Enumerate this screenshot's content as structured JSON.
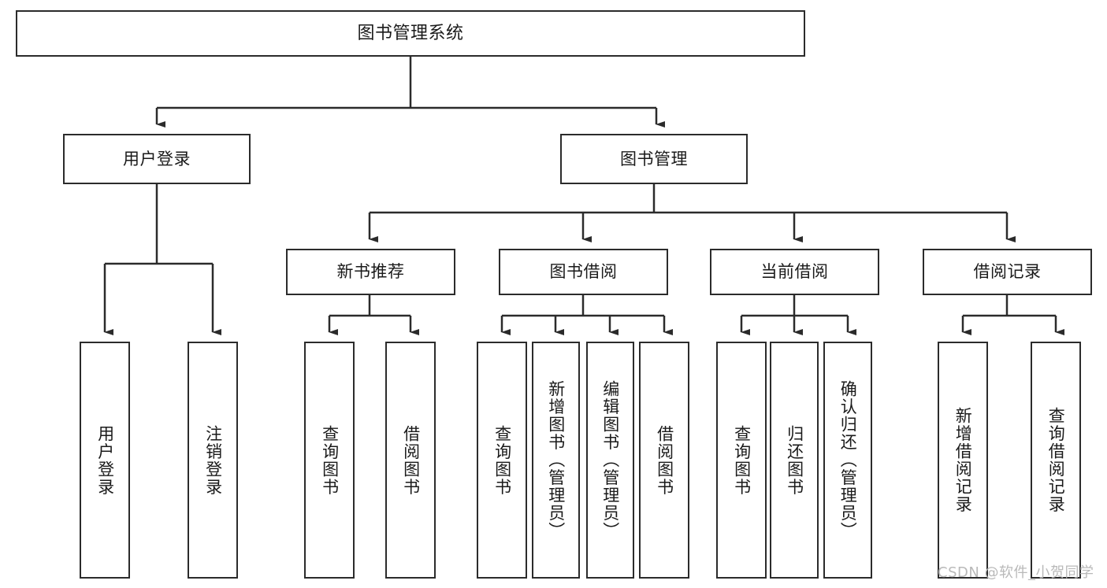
{
  "diagram": {
    "title": "图书管理系统",
    "type": "tree",
    "nodes": {
      "root": {
        "label": "图书管理系统"
      },
      "level2": [
        {
          "id": "user-login",
          "label": "用户登录"
        },
        {
          "id": "book-management",
          "label": "图书管理"
        }
      ],
      "level3": [
        {
          "id": "new-book-recommend",
          "label": "新书推荐"
        },
        {
          "id": "book-borrow",
          "label": "图书借阅"
        },
        {
          "id": "current-borrow",
          "label": "当前借阅"
        },
        {
          "id": "borrow-record",
          "label": "借阅记录"
        }
      ],
      "leaves": [
        {
          "id": "leaf-user-login",
          "label": "用户登录"
        },
        {
          "id": "leaf-logout",
          "label": "注销登录"
        },
        {
          "id": "leaf-query-book-1",
          "label": "查询图书"
        },
        {
          "id": "leaf-borrow-book-1",
          "label": "借阅图书"
        },
        {
          "id": "leaf-query-book-2",
          "label": "查询图书"
        },
        {
          "id": "leaf-add-book",
          "label": "新增图书（管理员）"
        },
        {
          "id": "leaf-edit-book",
          "label": "编辑图书（管理员）"
        },
        {
          "id": "leaf-borrow-book-2",
          "label": "借阅图书"
        },
        {
          "id": "leaf-query-book-3",
          "label": "查询图书"
        },
        {
          "id": "leaf-return-book",
          "label": "归还图书"
        },
        {
          "id": "leaf-confirm-return",
          "label": "确认归还（管理员）"
        },
        {
          "id": "leaf-add-record",
          "label": "新增借阅记录"
        },
        {
          "id": "leaf-query-record",
          "label": "查询借阅记录"
        }
      ]
    }
  },
  "watermark": {
    "text": "CSDN @软件_小贺同学"
  }
}
